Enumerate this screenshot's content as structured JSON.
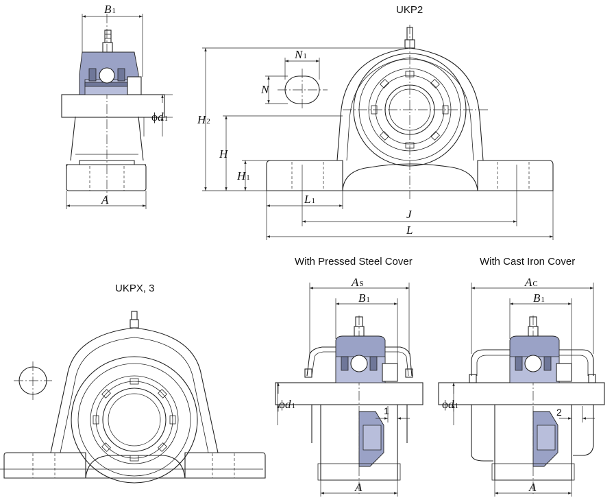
{
  "titles": {
    "ukp2": "UKP2",
    "ukpx": "UKPX, 3",
    "pressed_steel": "With Pressed Steel Cover",
    "cast_iron": "With Cast Iron Cover"
  },
  "dims": {
    "B": "B",
    "B_sub": "1",
    "A": "A",
    "d": "d",
    "d_sub": "1",
    "phi": "ϕ",
    "N": "N",
    "N1": "N",
    "N1_sub": "1",
    "H": "H",
    "H1": "H",
    "H1_sub": "1",
    "H2": "H",
    "H2_sub": "2",
    "L": "L",
    "L1": "L",
    "L1_sub": "1",
    "J": "J",
    "As": "A",
    "As_sub": "S",
    "Ac": "A",
    "Ac_sub": "C",
    "one": "1",
    "two": "2"
  }
}
